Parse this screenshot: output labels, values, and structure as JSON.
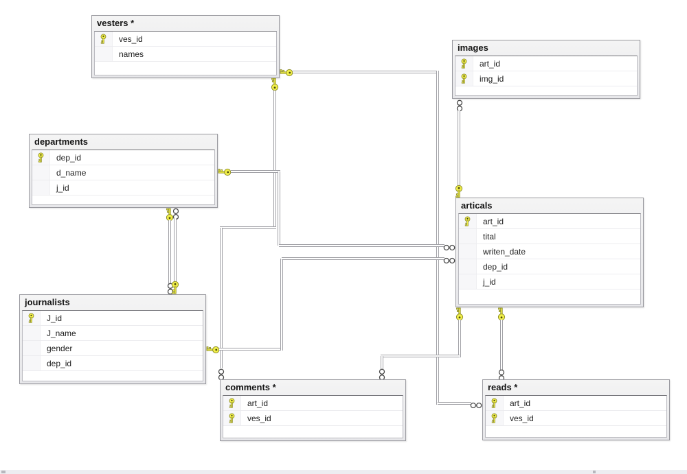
{
  "diagram": {
    "tables": [
      {
        "id": "vesters",
        "title": "vesters *",
        "columns": [
          {
            "name": "ves_id",
            "key": true
          },
          {
            "name": "names",
            "key": false
          }
        ]
      },
      {
        "id": "images",
        "title": "images",
        "columns": [
          {
            "name": "art_id",
            "key": true
          },
          {
            "name": "img_id",
            "key": true
          }
        ]
      },
      {
        "id": "departments",
        "title": "departments",
        "columns": [
          {
            "name": "dep_id",
            "key": true
          },
          {
            "name": "d_name",
            "key": false
          },
          {
            "name": "j_id",
            "key": false
          }
        ]
      },
      {
        "id": "articals",
        "title": "articals",
        "columns": [
          {
            "name": "art_id",
            "key": true
          },
          {
            "name": "tital",
            "key": false
          },
          {
            "name": "writen_date",
            "key": false
          },
          {
            "name": "dep_id",
            "key": false
          },
          {
            "name": "j_id",
            "key": false
          }
        ]
      },
      {
        "id": "journalists",
        "title": "journalists",
        "columns": [
          {
            "name": "J_id",
            "key": true
          },
          {
            "name": "J_name",
            "key": false
          },
          {
            "name": "gender",
            "key": false
          },
          {
            "name": "dep_id",
            "key": false
          }
        ]
      },
      {
        "id": "comments",
        "title": "comments *",
        "columns": [
          {
            "name": "art_id",
            "key": true
          },
          {
            "name": "ves_id",
            "key": true
          }
        ]
      },
      {
        "id": "reads",
        "title": "reads *",
        "columns": [
          {
            "name": "art_id",
            "key": true
          },
          {
            "name": "ves_id",
            "key": true
          }
        ]
      }
    ],
    "relationships": [
      {
        "one": "vesters",
        "many": "comments"
      },
      {
        "one": "vesters",
        "many": "reads"
      },
      {
        "one": "articals",
        "many": "images"
      },
      {
        "one": "departments",
        "many": "articals"
      },
      {
        "one": "journalists",
        "many": "articals"
      },
      {
        "one": "departments",
        "many": "journalists"
      },
      {
        "one": "journalists",
        "many": "departments"
      },
      {
        "one": "articals",
        "many": "comments"
      },
      {
        "one": "articals",
        "many": "reads"
      }
    ],
    "colors": {
      "key_fill": "#f1ef49",
      "key_stroke": "#8f8f2a",
      "line": "#9f9fa4",
      "header_bg": "#ececee",
      "table_border": "#9a9aa0",
      "background": "#ffffff"
    }
  }
}
